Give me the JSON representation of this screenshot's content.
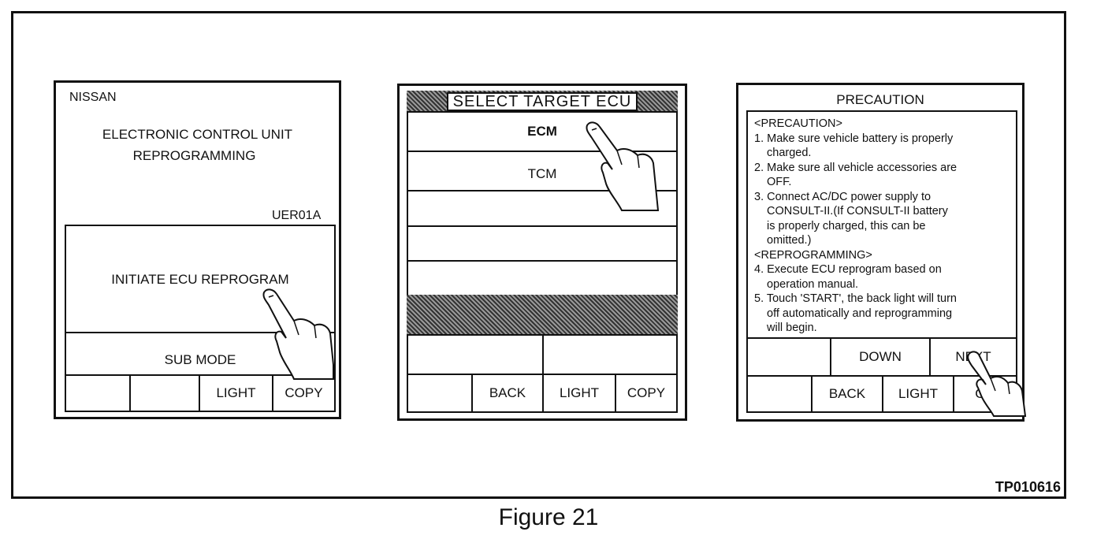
{
  "figure": {
    "caption": "Figure 21",
    "ref_code": "TP010616"
  },
  "screen1": {
    "brand": "NISSAN",
    "title_line1": "ELECTRONIC CONTROL UNIT",
    "title_line2": "REPROGRAMMING",
    "code": "UER01A",
    "initiate_label": "INITIATE ECU REPROGRAM",
    "sub_mode_label": "SUB MODE",
    "buttons": [
      "",
      "",
      "LIGHT",
      "COPY"
    ]
  },
  "screen2": {
    "title": "SELECT TARGET ECU",
    "items": [
      "ECM",
      "TCM",
      "",
      "",
      ""
    ],
    "buttons": [
      "",
      "BACK",
      "LIGHT",
      "COPY"
    ]
  },
  "screen3": {
    "title": "PRECAUTION",
    "lines": [
      "<PRECAUTION>",
      "1. Make sure vehicle battery is properly",
      "charged.",
      "2. Make sure all vehicle accessories are",
      "OFF.",
      "3. Connect AC/DC power supply to",
      "CONSULT-II.(If CONSULT-II battery",
      "is properly charged, this can be",
      "omitted.)",
      "<REPROGRAMMING>",
      "4. Execute ECU reprogram based on",
      "operation manual.",
      "5. Touch 'START', the back light will turn",
      "off automatically and reprogramming",
      "will begin."
    ],
    "row1_buttons": [
      "",
      "DOWN",
      "NEXT"
    ],
    "row2_buttons": [
      "",
      "BACK",
      "LIGHT",
      "CO"
    ]
  }
}
